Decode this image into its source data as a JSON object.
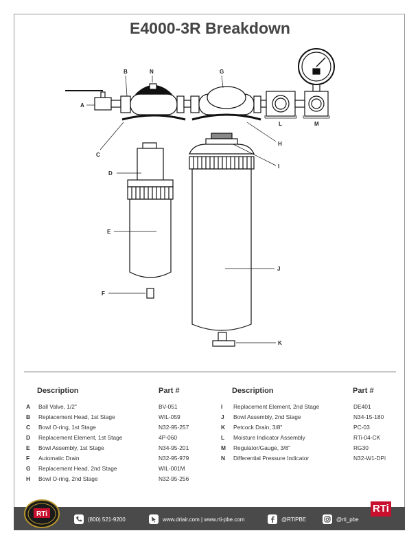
{
  "page_title": "E4000-3R Breakdown",
  "callouts": [
    "A",
    "B",
    "N",
    "G",
    "C",
    "H",
    "L",
    "M",
    "D",
    "I",
    "E",
    "J",
    "F",
    "K"
  ],
  "table": {
    "description_header": "Description",
    "part_header": "Part #",
    "left": [
      {
        "letter": "A",
        "description": "Ball Valve, 1/2\"",
        "part": "BV-051"
      },
      {
        "letter": "B",
        "description": "Replacement Head, 1st Stage",
        "part": "WIL-059"
      },
      {
        "letter": "C",
        "description": "Bowl O-ring, 1st Stage",
        "part": "N32-95-257"
      },
      {
        "letter": "D",
        "description": "Replacement Element, 1st Stage",
        "part": "4P-060"
      },
      {
        "letter": "E",
        "description": "Bowl Assembly, 1st Stage",
        "part": "N34-95-201"
      },
      {
        "letter": "F",
        "description": "Automatic Drain",
        "part": "N32-95-979"
      },
      {
        "letter": "G",
        "description": "Replacement Head, 2nd Stage",
        "part": "WIL-001M"
      },
      {
        "letter": "H",
        "description": "Bowl O-ring, 2nd Stage",
        "part": "N32-95-256"
      }
    ],
    "right": [
      {
        "letter": "I",
        "description": "Replacement Element, 2nd Stage",
        "part": "DE401"
      },
      {
        "letter": "J",
        "description": "Bowl Assembly, 2nd Stage",
        "part": "N34-15-180"
      },
      {
        "letter": "K",
        "description": "Petcock Drain, 3/8\"",
        "part": "PC-03"
      },
      {
        "letter": "L",
        "description": "Moisture Indicator Assembly",
        "part": "RTi-04-CK"
      },
      {
        "letter": "M",
        "description": "Regulator/Gauge, 3/8\"",
        "part": "RG30"
      },
      {
        "letter": "N",
        "description": "Differential Pressure Indicator",
        "part": "N32-W1-DPi"
      }
    ]
  },
  "footer": {
    "phone": "(800) 521-9200",
    "web": "www.driair.com | www.rti-pbe.com",
    "facebook": "@RTiPBE",
    "instagram": "@rti_pbe",
    "brand": "RTi"
  },
  "colors": {
    "footer_bg": "#4a4a4a",
    "brand_red": "#c8102e"
  }
}
